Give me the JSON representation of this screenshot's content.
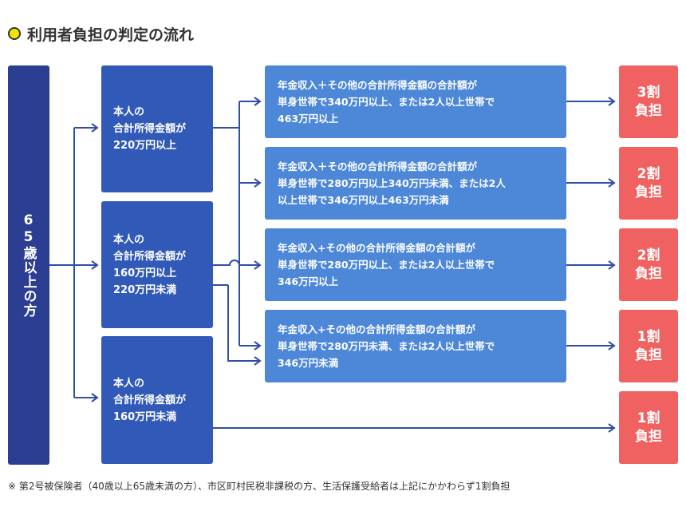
{
  "title": "利用者負担の判定の流れ",
  "age": {
    "label": "65歳以上の方"
  },
  "income": [
    {
      "label": "本人の\n合計所得金額が\n220万円以上"
    },
    {
      "label": "本人の\n合計所得金額が\n160万円以上\n220万円未満"
    },
    {
      "label": "本人の\n合計所得金額が\n160万円未満"
    }
  ],
  "conditions": [
    {
      "label": "年金収入＋その他の合計所得金額の合計額が\n単身世帯で340万円以上、または2人以上世帯で\n463万円以上"
    },
    {
      "label": "年金収入＋その他の合計所得金額の合計額が\n単身世帯で280万円以上340万円未満、または2人\n以上世帯で346万円以上463万円未満"
    },
    {
      "label": "年金収入+その他の合計所得金額の合計額が\n単身世帯で280万円以上、または2人以上世帯で\n346万円以上"
    },
    {
      "label": "年金収入+その他の合計所得金額の合計額が\n単身世帯で280万円未満、または2人以上世帯で\n346万円未満"
    }
  ],
  "results": [
    {
      "label": "3割\n負担"
    },
    {
      "label": "2割\n負担"
    },
    {
      "label": "2割\n負担"
    },
    {
      "label": "1割\n負担"
    },
    {
      "label": "1割\n負担"
    }
  ],
  "note": "※ 第2号被保険者（40歳以上65歳未満の方）、市区町村民税非課税の方、生活保護受給者は上記にかかわらず1割負担",
  "colors": {
    "age_box": "#2b3e91",
    "income_box": "#3159b8",
    "condition_box": "#4c87d8",
    "result_box": "#f06262",
    "arrow": "#2f4fa6",
    "title_dot": "#f2e600"
  }
}
